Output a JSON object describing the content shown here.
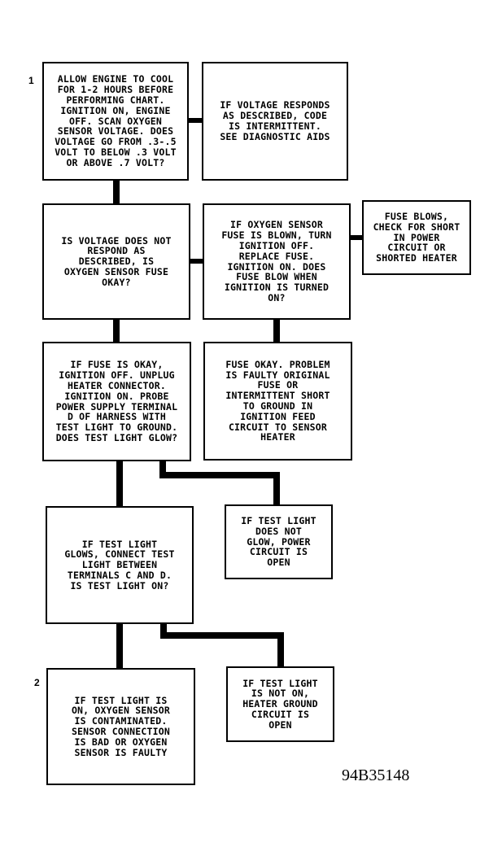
{
  "steps": {
    "first": "1",
    "second": "2"
  },
  "boxes": {
    "b1": "ALLOW ENGINE TO COOL\nFOR 1-2 HOURS BEFORE\nPERFORMING CHART.\nIGNITION ON, ENGINE\nOFF. SCAN OXYGEN\nSENSOR VOLTAGE. DOES\nVOLTAGE GO FROM .3-.5\nVOLT TO BELOW .3 VOLT\nOR ABOVE .7 VOLT?",
    "b2": "IF VOLTAGE RESPONDS\nAS DESCRIBED, CODE\nIS INTERMITTENT.\nSEE DIAGNOSTIC AIDS",
    "b3": "IS VOLTAGE DOES NOT\nRESPOND AS\nDESCRIBED, IS\nOXYGEN SENSOR FUSE\nOKAY?",
    "b4": "IF OXYGEN SENSOR\nFUSE IS BLOWN, TURN\nIGNITION OFF.\nREPLACE FUSE.\nIGNITION ON. DOES\nFUSE BLOW WHEN\nIGNITION IS TURNED\nON?",
    "b5": "FUSE BLOWS,\nCHECK FOR SHORT\nIN POWER\nCIRCUIT OR\nSHORTED HEATER",
    "b6": "IF FUSE IS OKAY,\nIGNITION OFF. UNPLUG\nHEATER CONNECTOR.\nIGNITION ON. PROBE\nPOWER SUPPLY TERMINAL\nD OF HARNESS WITH\nTEST LIGHT TO GROUND.\nDOES TEST LIGHT GLOW?",
    "b7": "FUSE OKAY. PROBLEM\nIS FAULTY ORIGINAL\nFUSE OR\nINTERMITTENT SHORT\nTO GROUND IN\nIGNITION FEED\nCIRCUIT TO SENSOR\nHEATER",
    "b8": "IF TEST LIGHT\nGLOWS, CONNECT TEST\nLIGHT BETWEEN\nTERMINALS C AND D.\nIS TEST LIGHT ON?",
    "b9": "IF TEST LIGHT\nDOES NOT\nGLOW, POWER\nCIRCUIT IS\nOPEN",
    "b10": "IF TEST LIGHT IS\nON, OXYGEN SENSOR\nIS CONTAMINATED.\nSENSOR CONNECTION\nIS BAD OR OXYGEN\nSENSOR IS FAULTY",
    "b11": "IF TEST LIGHT\nIS NOT ON,\nHEATER GROUND\nCIRCUIT IS\nOPEN"
  },
  "figure_id": "94B35148"
}
